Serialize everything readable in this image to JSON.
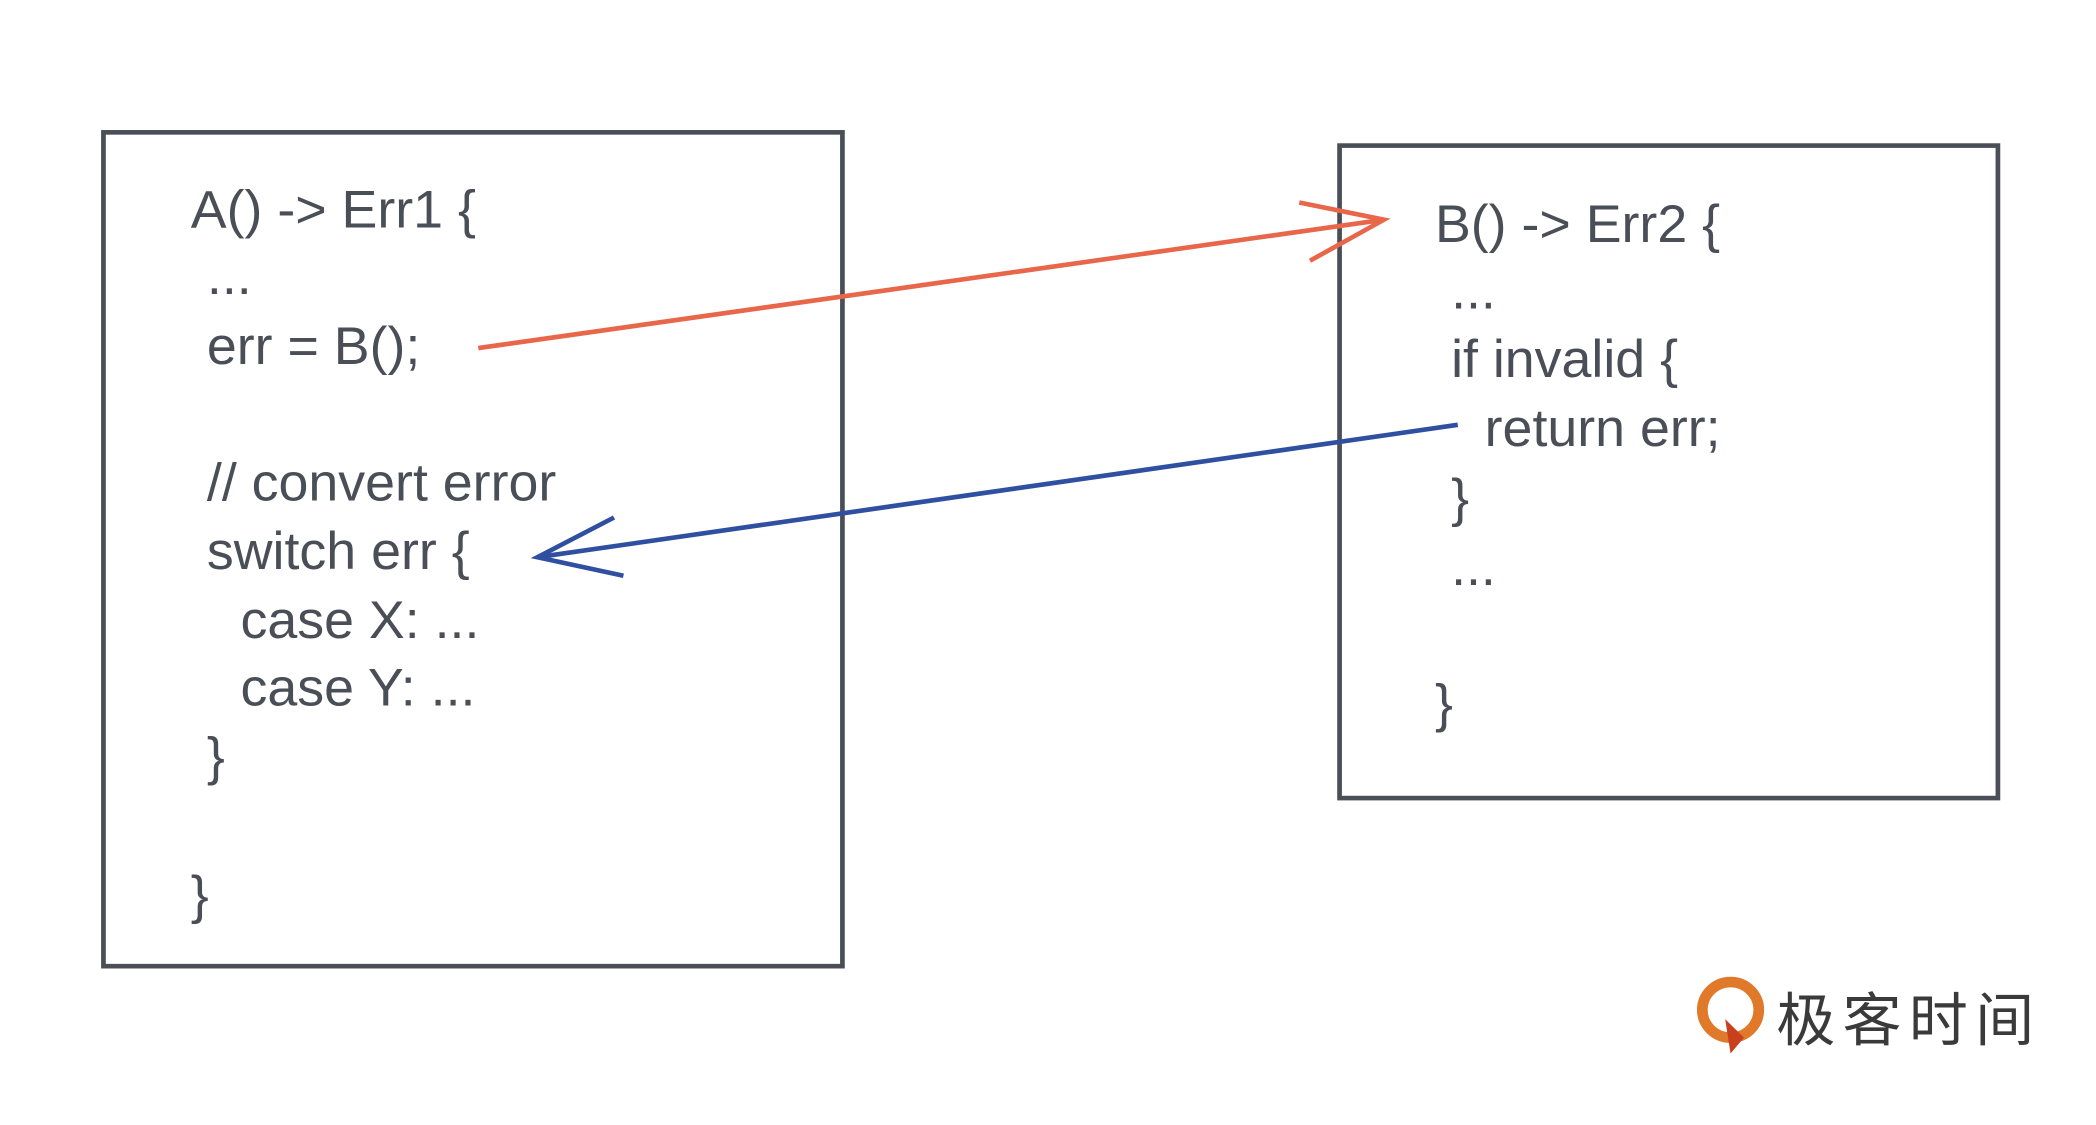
{
  "function_a": {
    "lines": [
      "A() -> Err1 {",
      "...",
      "err = B();",
      "// convert error",
      "switch err {",
      "case X: ...",
      "case Y: ...",
      "}",
      "}"
    ]
  },
  "function_b": {
    "lines": [
      "B() -> Err2 {",
      "...",
      "if invalid {",
      "return err;",
      "}",
      "...",
      "}"
    ]
  },
  "colors": {
    "call_arrow": "#e8664a",
    "return_arrow": "#2f4fa0",
    "box_stroke": "#4a4f57"
  },
  "logo": {
    "text": "极客时间"
  }
}
